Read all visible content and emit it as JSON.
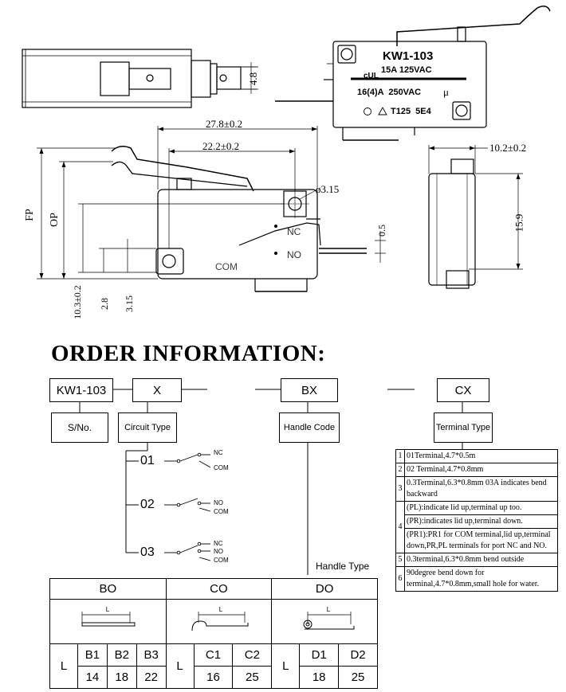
{
  "top_drawing": {
    "model_label": "KW1-103",
    "rating_1": "15A 125VAC",
    "rating_2": "16(4)A  250VAC",
    "rating_3": "T125  5E4",
    "mu": "μ",
    "dim_terminal_width": "4.8",
    "dim_overall_length": "27.8±0.2",
    "dim_pivot_length": "22.2±0.2",
    "dim_hole": "ø3.15",
    "dim_body_width": "10.2±0.2",
    "dim_body_height": "15.9",
    "dim_fp": "FP",
    "dim_op": "OP",
    "dim_gap": "0.5",
    "dim_bottom_1": "10.3±0.2",
    "dim_bottom_2": "2.8",
    "dim_bottom_3": "3.15",
    "label_nc": "NC",
    "label_no": "NO",
    "label_com": "COM"
  },
  "order": {
    "title": "ORDER INFORMATION:",
    "model": "KW1-103",
    "circuit_code": "X",
    "handle_code": "BX",
    "terminal_code": "CX",
    "sn_label": "S/No.",
    "circuit_type_label": "Circuit Type",
    "handle_code_label": "Handle Code",
    "terminal_type_label": "Terminal Type",
    "handle_type_label": "Handle Type",
    "circuits": [
      {
        "code": "01",
        "labels": [
          "NC",
          "COM"
        ]
      },
      {
        "code": "02",
        "labels": [
          "NO",
          "COM"
        ]
      },
      {
        "code": "03",
        "labels": [
          "NC",
          "NO",
          "COM"
        ]
      }
    ],
    "terminal_types": [
      {
        "n": "1",
        "text": "01Terminal,4.7*0.5m"
      },
      {
        "n": "2",
        "text": "02 Terminal,4.7*0.8mm"
      },
      {
        "n": "3",
        "text": "0.3Terminal,6.3*0.8mm 03A indicates bend backward"
      },
      {
        "n": "4",
        "lines": [
          "(PL):indicate lid up,terminal up too.",
          "(PR):indicates lid up,terminal down.",
          "(PR1):PR1 for COM terminal,lid up,terminal down,PR,PL terminals for port NC and NO."
        ]
      },
      {
        "n": "5",
        "text": "0.3terminal,6.3*0.8mm bend outside"
      },
      {
        "n": "6",
        "text": "90degree bend down for terminal,4.7*0.8mm,small hole for water."
      }
    ],
    "handle_types": {
      "groups": [
        "BO",
        "CO",
        "DO"
      ],
      "dim_label": "L",
      "row_label": "L",
      "codes": [
        "B1",
        "B2",
        "B3",
        "C1",
        "C2",
        "D1",
        "D2"
      ],
      "values": [
        "14",
        "18",
        "22",
        "16",
        "25",
        "18",
        "25"
      ]
    }
  }
}
